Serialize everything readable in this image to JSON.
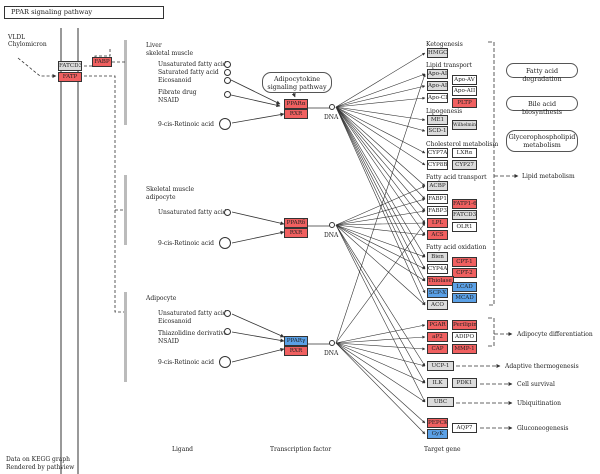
{
  "title": "PPAR signaling pathway",
  "footer": {
    "line1": "Data on KEGG graph",
    "line2": "Rendered by pathview"
  },
  "section_labels": {
    "ligand": "Ligand",
    "tf": "Transcription factor",
    "target": "Target gene"
  },
  "left": {
    "vldl": "VLDL",
    "chylomicron": "Chylomicron",
    "fatcd36": "FATCD36",
    "fatp": "FATP",
    "fabp": "FABP"
  },
  "tissues": {
    "liver": [
      "Liver",
      "skeletal muscle"
    ],
    "muscle": [
      "Skeletal muscle",
      "adipocyte"
    ],
    "adipocyte": [
      "Adipocyte"
    ]
  },
  "ligands": {
    "g1": [
      "Unsaturated fatty acid",
      "Saturated fatty acid",
      "Eicosanoid",
      "Fibrate drug",
      "NSAID",
      "9-cis-Retinoic acid"
    ],
    "g2": [
      "Unsaturated fatty acid",
      "9-cis-Retinoic acid"
    ],
    "g3": [
      "Unsaturated fatty acid",
      "Eicosanoid",
      "Thiazolidine derivative",
      "NSAID",
      "9-cis-Retinoic acid"
    ]
  },
  "adipocytokine": "Adipocytokine signaling pathway",
  "tf": {
    "ppara": "PPARα",
    "pparb": "PPARδ",
    "pparg": "PPARγ",
    "rxr": "RXR",
    "dna": "DNA"
  },
  "target_headers": {
    "ketogenesis": "Ketogenesis",
    "lipid_transport": "Lipid transport",
    "lipogenesis": "Lipogenesis",
    "cholesterol": "Cholesterol metabolism",
    "fa_transport": "Fatty acid transport",
    "fa_oxidation": "Fatty acid oxidation"
  },
  "genes": {
    "hmgcs": "HMGCS",
    "apoa1": "Apo-AI",
    "apoav": "Apo-AV",
    "apoaii": "Apo-AII",
    "apoa2b": "Apo-AII",
    "apocii": "Apo-CIII",
    "pltp": "PLTP",
    "me1": "ME1",
    "scd1": "SCD-1",
    "wilhelmina": "Wilhelmina",
    "cyp7a1": "CYP7A1",
    "lxra": "LXRα",
    "cyp8b1": "CYP8B1",
    "cyp27": "CYP27",
    "acbp": "ACBP",
    "fabp1": "FABP1",
    "fatp_t": "FATP1-6",
    "fabp3": "FABP3",
    "fatcd36b": "FATCD36",
    "lpl": "LPL",
    "olr1": "OLR1",
    "acs": "ACS",
    "bien": "Bien",
    "cpt1": "CPT-1",
    "cyp4a1": "CYP4A11",
    "cpt2": "CPT-2",
    "thiolase": "Thiolase B",
    "scpx": "SCP-X",
    "lcad": "LCAD",
    "mcad": "MCAD",
    "aco": "ACO",
    "pgar": "PGAR",
    "perilipin": "Perilipin",
    "ap2": "aP2",
    "adipo": "ADIPO",
    "cap": "CAP",
    "mmp1": "MMP-1",
    "ucp1": "UCP-1",
    "ilk": "ILK",
    "pdk1": "PDK1",
    "ubc": "UBC",
    "pepck": "PEPCK",
    "aqp7": "AQP7",
    "gyk": "GyK"
  },
  "outcomes": {
    "fa_degradation": "Fatty acid degradation",
    "bile_acid": "Bile acid biosynthesis",
    "glycero": "Glycerophospholipid metabolism",
    "lipid_metabolism": "Lipid metabolism",
    "adipocyte_diff": "Adipocyte differentiation",
    "adaptive": "Adaptive thermogenesis",
    "cell_survival": "Cell survival",
    "ubiquitination": "Ubiquitination",
    "gluconeogenesis": "Gluconeogenesis"
  },
  "colors": {
    "up": "#f06060",
    "down": "#5aa0e6",
    "none": "#dcdcdc"
  }
}
